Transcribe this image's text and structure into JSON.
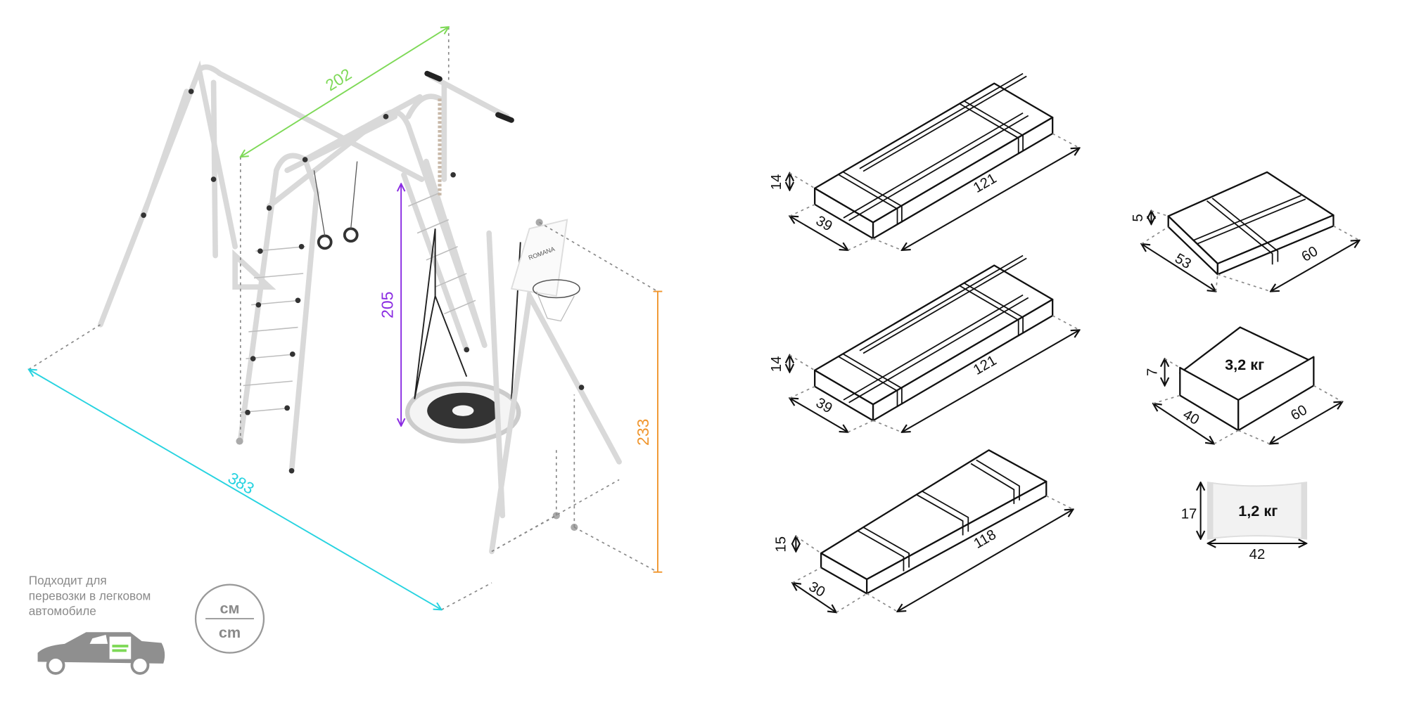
{
  "product": {
    "brand": "ROMANA",
    "dimensions": {
      "top_bar_width": "202",
      "total_length": "383",
      "swing_height": "205",
      "total_height": "233"
    },
    "colors": {
      "width_line": "#7ed957",
      "length_line": "#27d3e0",
      "swing_height_line": "#8a2be2",
      "total_height_line": "#f0962e"
    }
  },
  "packages": [
    {
      "height": "14",
      "depth": "39",
      "length": "121"
    },
    {
      "height": "14",
      "depth": "39",
      "length": "121"
    },
    {
      "height": "15",
      "depth": "30",
      "length": "118"
    },
    {
      "height": "5",
      "depth": "53",
      "length": "60"
    },
    {
      "height": "7",
      "depth": "40",
      "length": "60",
      "weight": "3,2 кг"
    },
    {
      "height": "17",
      "length": "42",
      "weight": "1,2 кг"
    }
  ],
  "notes": {
    "car_line1": "Подходит для",
    "car_line2": "перевозки в легковом",
    "car_line3": "автомобиле",
    "unit_top": "см",
    "unit_bottom": "cm"
  }
}
